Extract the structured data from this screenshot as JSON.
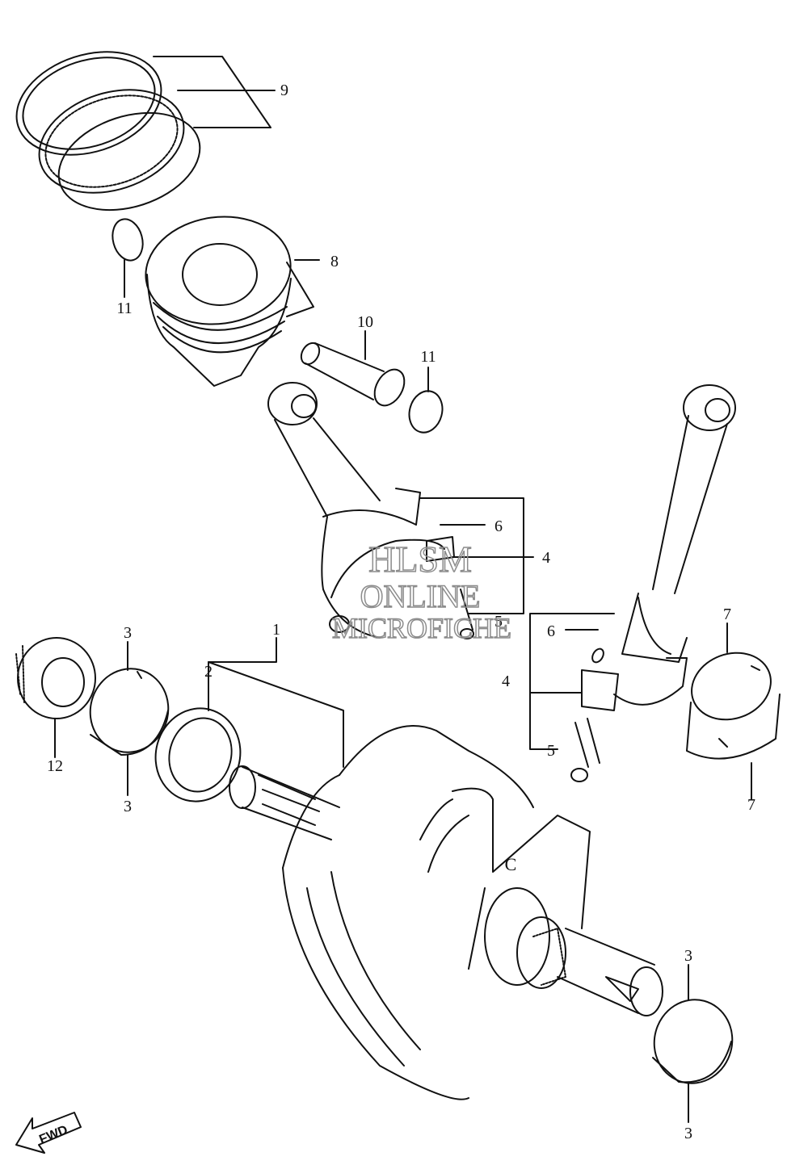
{
  "callouts": {
    "c1": "1",
    "c2": "2",
    "c3a": "3",
    "c3b": "3",
    "c3c": "3",
    "c3d": "3",
    "c4a": "4",
    "c4b": "4",
    "c5a": "5",
    "c5b": "5",
    "c6a": "6",
    "c6b": "6",
    "c7a": "7",
    "c7b": "7",
    "c8": "8",
    "c9": "9",
    "c10": "10",
    "c11a": "11",
    "c11b": "11",
    "c12": "12"
  },
  "fwd_label": "FWD",
  "crank_mark": "C",
  "watermark": {
    "line1": "HLSM",
    "line2": "ONLINE",
    "line3": "MICROFICHE"
  }
}
